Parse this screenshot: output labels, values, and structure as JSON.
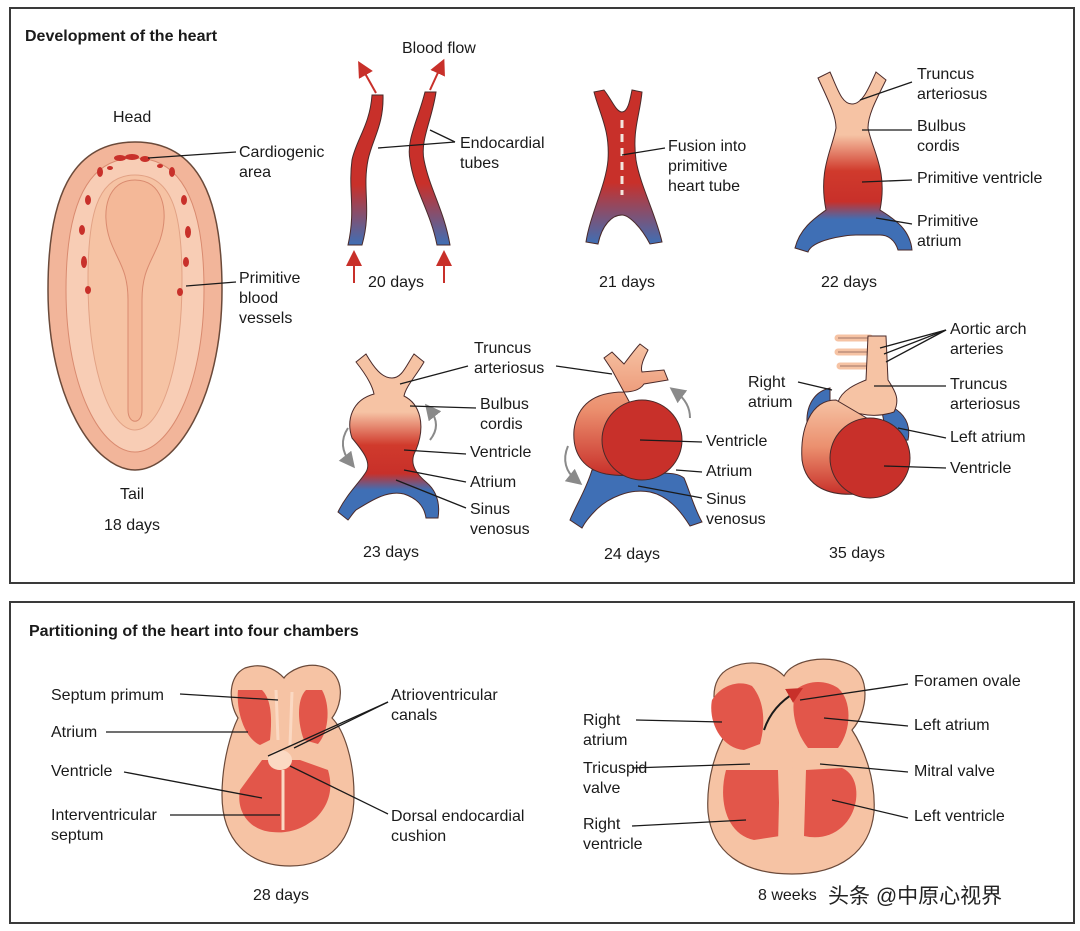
{
  "figure": {
    "top_panel": {
      "title": "Development of the heart",
      "blood_flow_label": "Blood flow",
      "stages": {
        "d18": {
          "caption": "18 days",
          "head": "Head",
          "tail": "Tail",
          "labels": [
            "Cardiogenic\narea",
            "Primitive\nblood\nvessels"
          ]
        },
        "d20": {
          "caption": "20 days",
          "labels": [
            "Endocardial\ntubes"
          ]
        },
        "d21": {
          "caption": "21 days",
          "labels": [
            "Fusion into\nprimitive\nheart tube"
          ]
        },
        "d22": {
          "caption": "22 days",
          "labels": [
            "Truncus\narteriosus",
            "Bulbus\ncordis",
            "Primitive ventricle",
            "Primitive\natrium"
          ]
        },
        "d23": {
          "caption": "23 days",
          "labels": [
            "Truncus\narteriosus",
            "Bulbus\ncordis",
            "Ventricle",
            "Atrium",
            "Sinus\nvenosus"
          ]
        },
        "d24": {
          "caption": "24 days",
          "labels": [
            "Ventricle",
            "Atrium",
            "Sinus\nvenosus"
          ]
        },
        "d35": {
          "caption": "35 days",
          "labels": [
            "Aortic arch\narteries",
            "Right\natrium",
            "Truncus\narteriosus",
            "Left atrium",
            "Ventricle"
          ]
        }
      }
    },
    "bottom_panel": {
      "title": "Partitioning of the heart into four chambers",
      "stages": {
        "d28": {
          "caption": "28 days",
          "labels": [
            "Septum primum",
            "Atrium",
            "Ventricle",
            "Interventricular\nseptum",
            "Atrioventricular\ncanals",
            "Dorsal endocardial\ncushion"
          ]
        },
        "w8": {
          "caption": "8 weeks",
          "labels": [
            "Right\natrium",
            "Tricuspid\nvalve",
            "Right\nventricle",
            "Foramen ovale",
            "Left atrium",
            "Mitral valve",
            "Left ventricle"
          ]
        }
      }
    },
    "watermark": "头条 @中原心视界",
    "colors": {
      "red": "#c8302a",
      "blue": "#3f6fb5",
      "pink": "#f6c3a4",
      "dark_pink": "#e79b7f",
      "pale": "#fbd9c3"
    }
  }
}
